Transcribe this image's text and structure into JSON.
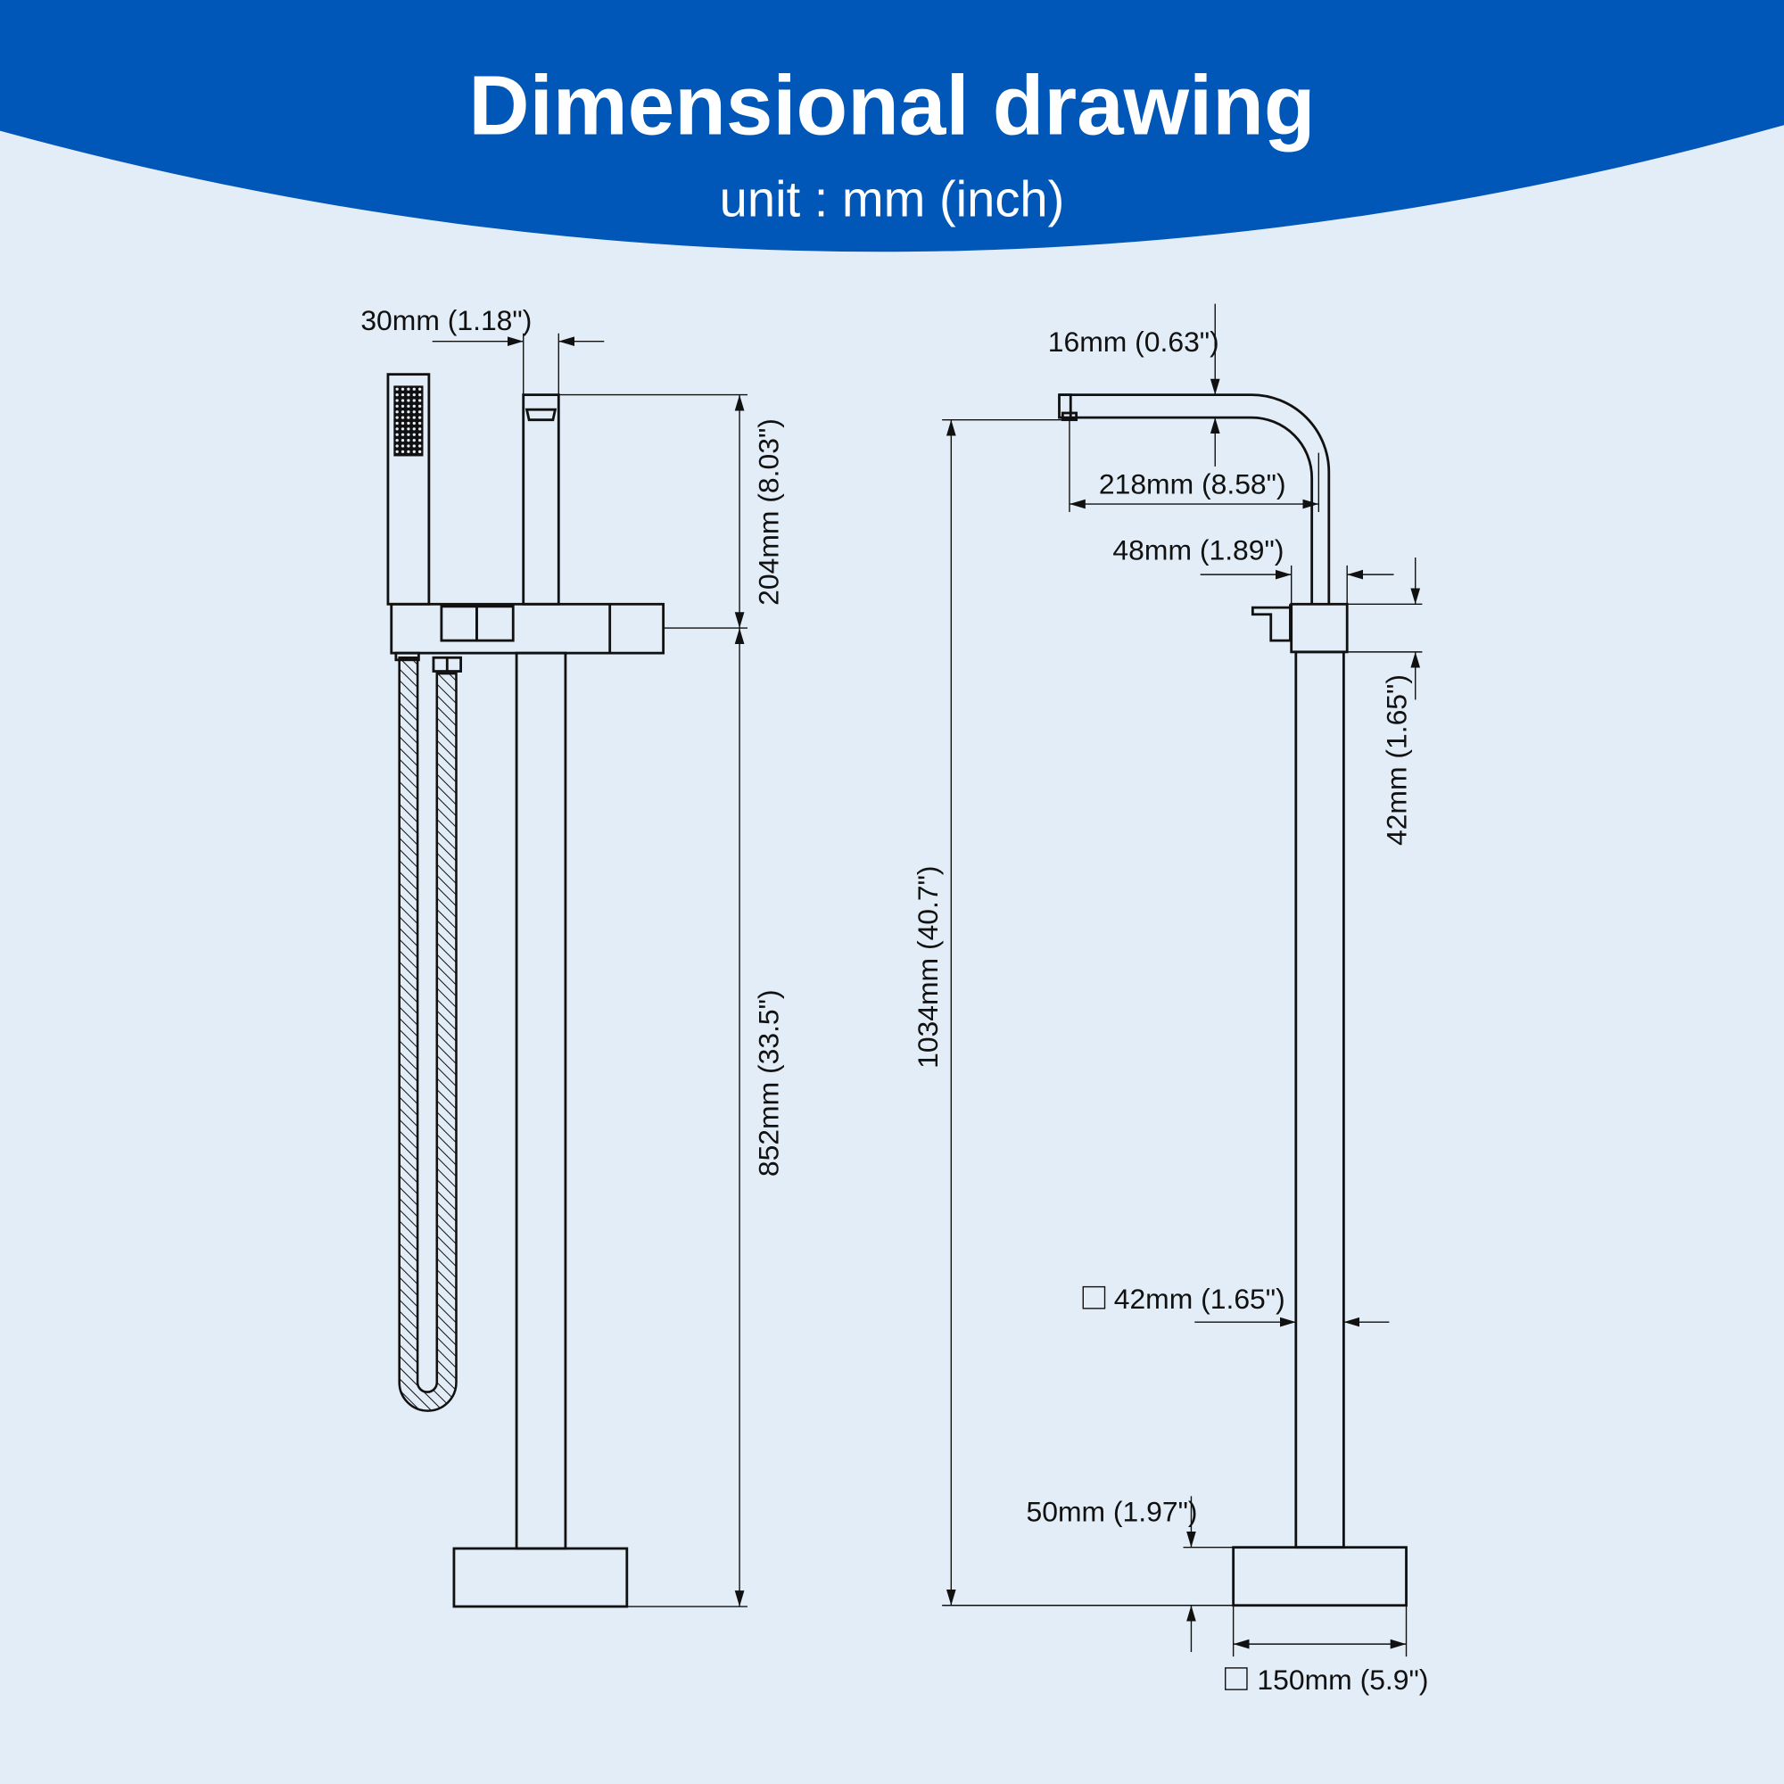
{
  "header": {
    "title": "Dimensional drawing",
    "subtitle": "unit : mm (inch)"
  },
  "colors": {
    "banner": "#0057b8",
    "background": "#e3edf7",
    "line": "#111111"
  },
  "front_view": {
    "spout_width": "30mm (1.18\")",
    "spout_height": "204mm (8.03\")",
    "body_height": "852mm (33.5\")"
  },
  "side_view": {
    "spout_thickness": "16mm (0.63\")",
    "spout_reach": "218mm (8.58\")",
    "body_width": "48mm (1.89\")",
    "body_height": "42mm (1.65\")",
    "total_height": "1034mm (40.7\")",
    "pipe_square": "42mm (1.65\")",
    "base_height": "50mm (1.97\")",
    "base_square": "150mm (5.9\")"
  }
}
